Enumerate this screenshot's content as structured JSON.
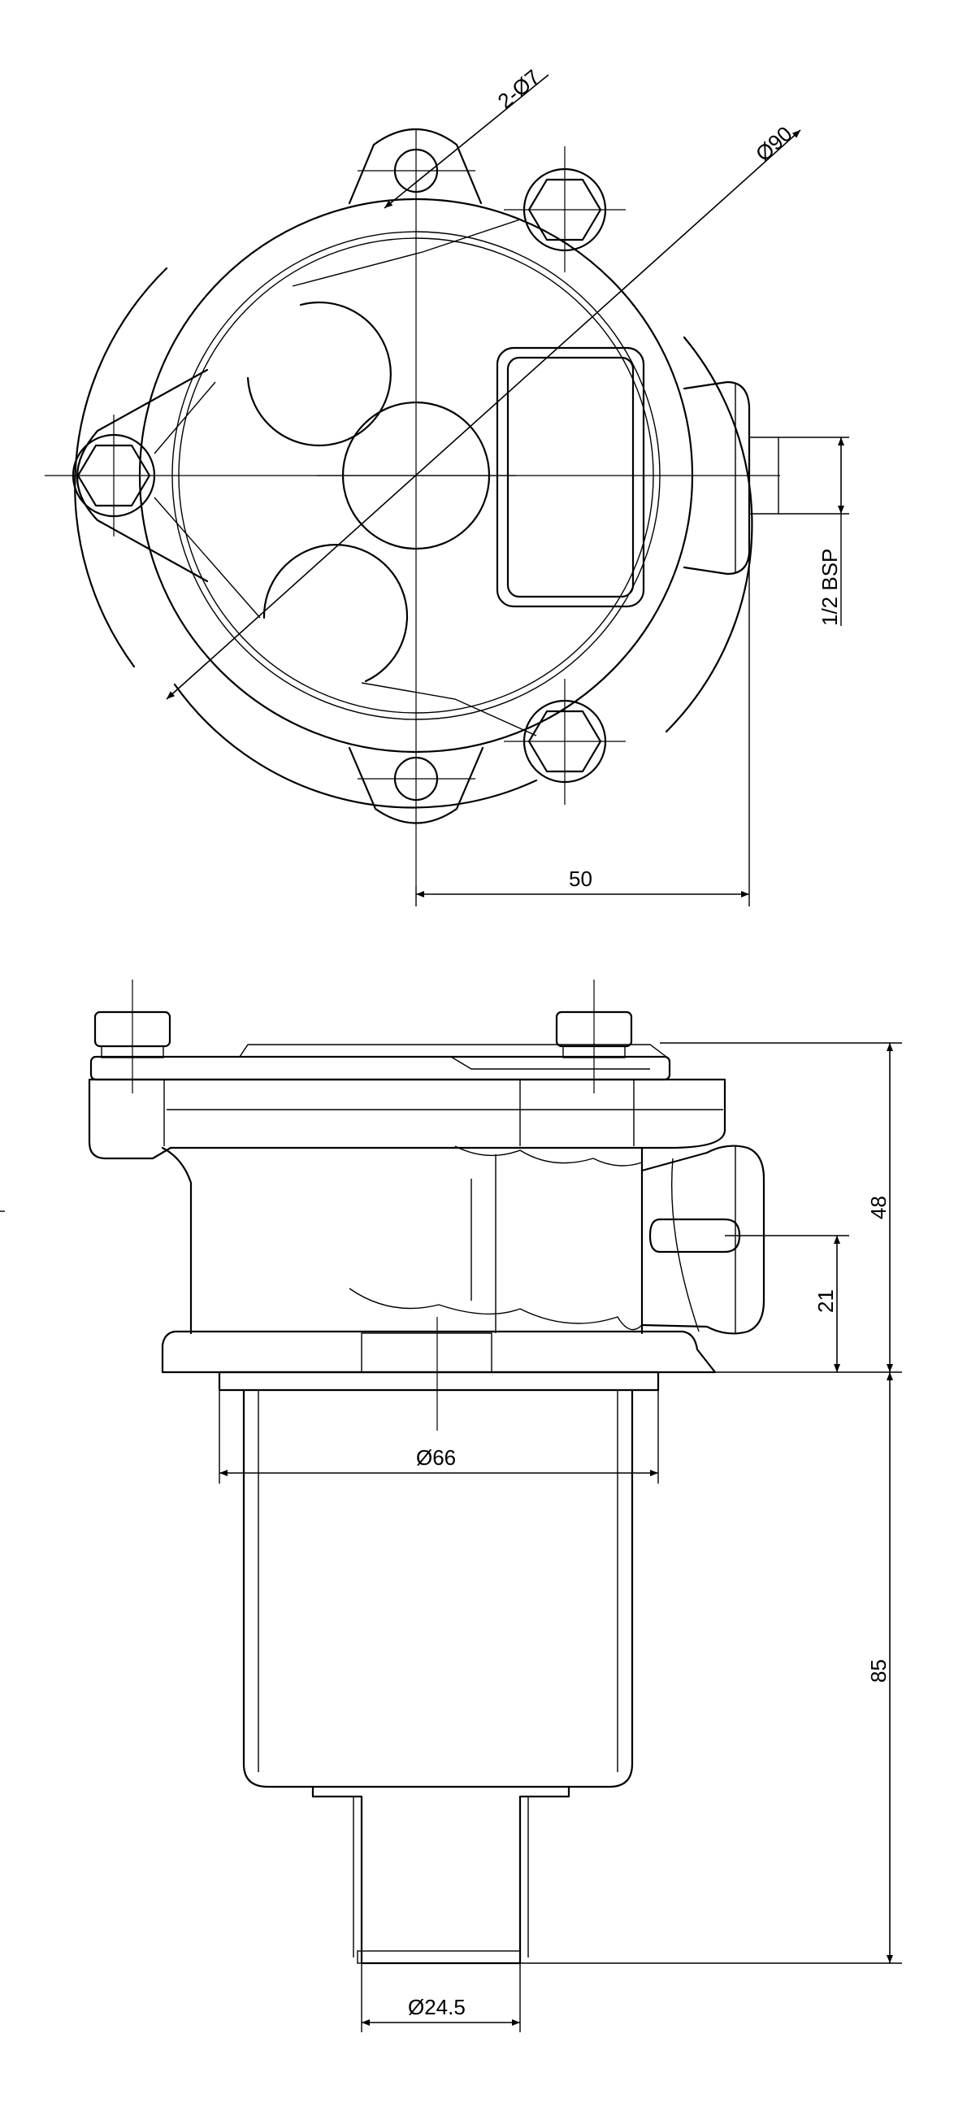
{
  "dimensions": {
    "holes": "2-Ø7",
    "body_diameter": "Ø90",
    "port_thread": "1/2 BSP",
    "port_offset": "50",
    "head_height": "48",
    "port_height": "21",
    "bowl_diameter": "Ø66",
    "bowl_length": "85",
    "outlet_diameter": "Ø24.5"
  }
}
